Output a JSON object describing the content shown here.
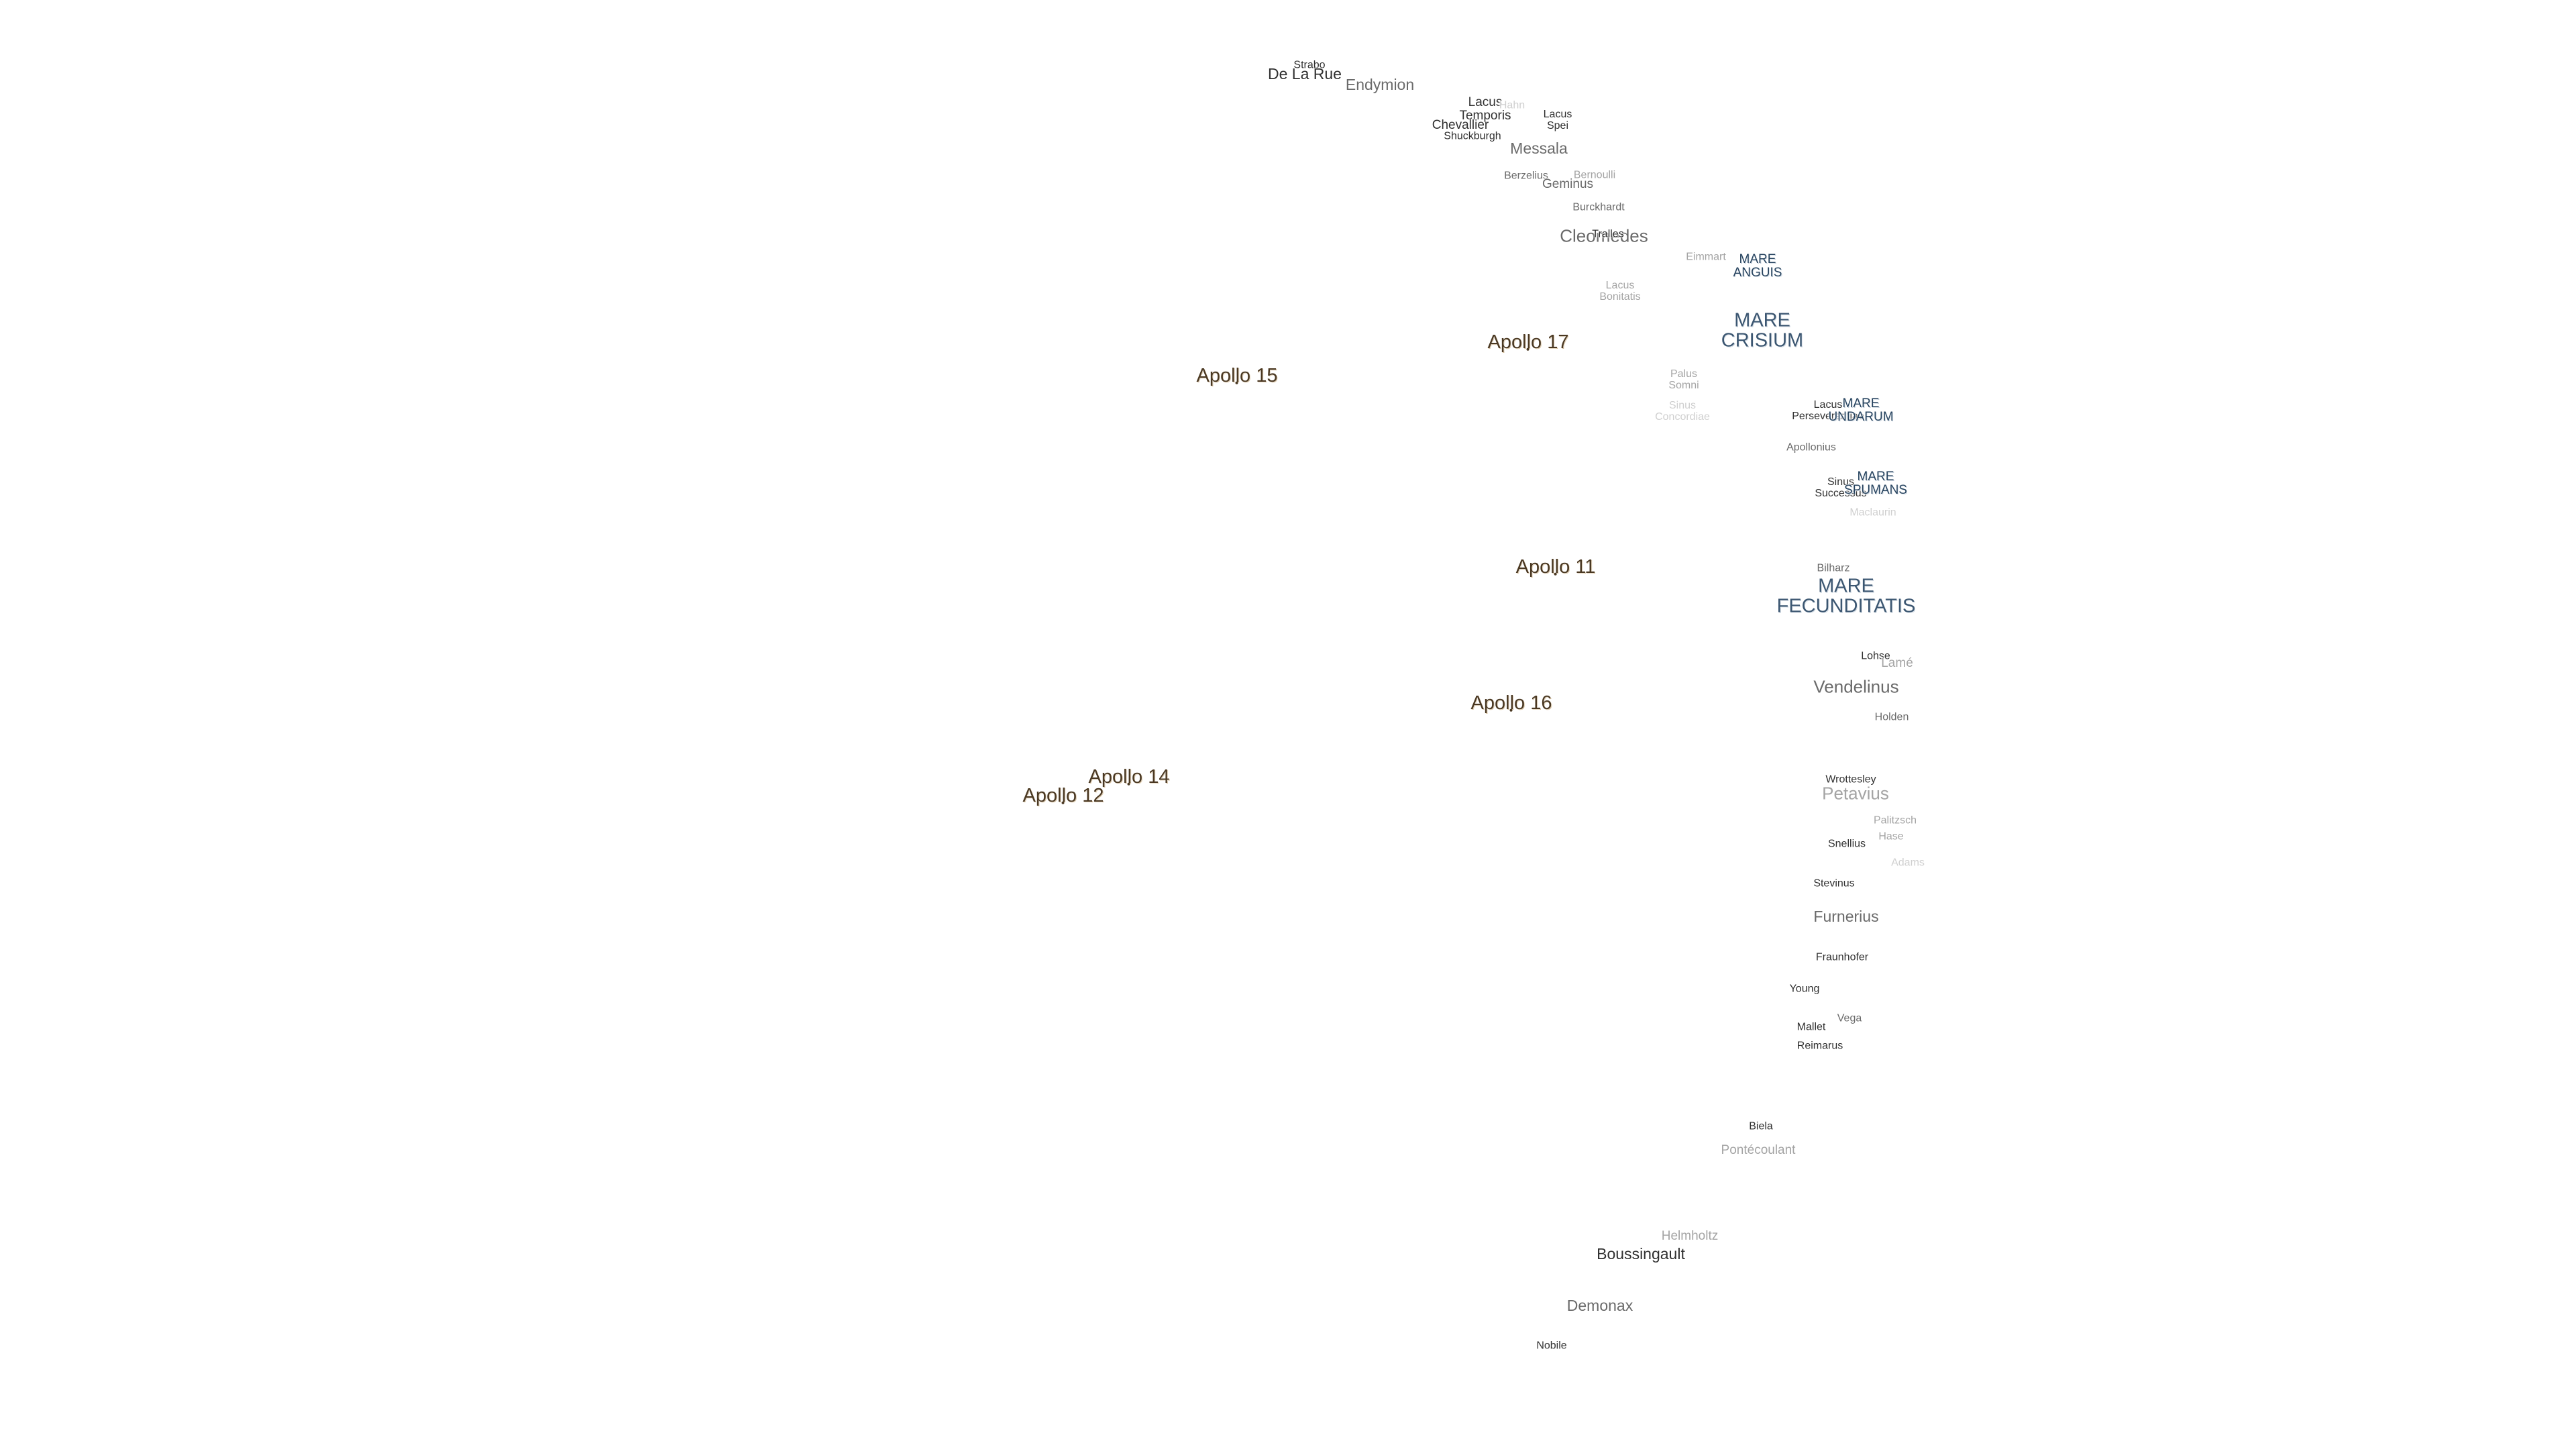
{
  "labels": [
    {
      "text": [
        "Strabo"
      ],
      "type": "crater",
      "size": "xs",
      "tone": "dark"
    },
    {
      "text": [
        "De La Rue"
      ],
      "type": "crater",
      "size": "m",
      "tone": "dark"
    },
    {
      "text": [
        "Endymion"
      ],
      "type": "crater",
      "size": "m",
      "tone": "mid"
    },
    {
      "text": [
        "Lacus",
        "Temporis"
      ],
      "type": "lake",
      "size": "s",
      "tone": "dark"
    },
    {
      "text": [
        "Lacus",
        "Spei"
      ],
      "type": "lake",
      "size": "xs",
      "tone": "dark"
    },
    {
      "text": [
        "Chevallier"
      ],
      "type": "crater",
      "size": "s",
      "tone": "dark"
    },
    {
      "text": [
        "Shuckburgh"
      ],
      "type": "crater",
      "size": "xs",
      "tone": "dark"
    },
    {
      "text": [
        "Hahn"
      ],
      "type": "crater",
      "size": "xs",
      "tone": "faint"
    },
    {
      "text": [
        "Messala"
      ],
      "type": "crater",
      "size": "m",
      "tone": "mid"
    },
    {
      "text": [
        "Berzelius"
      ],
      "type": "crater",
      "size": "xs",
      "tone": "mid"
    },
    {
      "text": [
        "Geminus"
      ],
      "type": "crater",
      "size": "s",
      "tone": "mid"
    },
    {
      "text": [
        "Bernoulli"
      ],
      "type": "crater",
      "size": "xs",
      "tone": "light"
    },
    {
      "text": [
        "Burckhardt"
      ],
      "type": "crater",
      "size": "xs",
      "tone": "mid"
    },
    {
      "text": [
        "Cleomedes"
      ],
      "type": "crater",
      "size": "l",
      "tone": "mid"
    },
    {
      "text": [
        "Tralles"
      ],
      "type": "crater",
      "size": "xs",
      "tone": "dark"
    },
    {
      "text": [
        "Eimmart"
      ],
      "type": "crater",
      "size": "xs",
      "tone": "light"
    },
    {
      "text": [
        "MARE",
        "ANGUIS"
      ],
      "type": "mare",
      "size": "s",
      "tone": "dark"
    },
    {
      "text": [
        "Lacus",
        "Bonitatis"
      ],
      "type": "lake",
      "size": "xs",
      "tone": "light"
    },
    {
      "text": [
        "MARE",
        "CRISIUM"
      ],
      "type": "mare",
      "size": "xl",
      "tone": "dark"
    },
    {
      "text": [
        "Apollo 17"
      ],
      "type": "apollo",
      "size": "xl",
      "tone": "dark"
    },
    {
      "text": [
        "Apollo 15"
      ],
      "type": "apollo",
      "size": "xl",
      "tone": "dark"
    },
    {
      "text": [
        "Palus",
        "Somni"
      ],
      "type": "lake",
      "size": "xs",
      "tone": "light"
    },
    {
      "text": [
        "Sinus",
        "Concordiae"
      ],
      "type": "lake",
      "size": "xs",
      "tone": "faint"
    },
    {
      "text": [
        "Lacus",
        "Perseverantiae"
      ],
      "type": "lake",
      "size": "xs",
      "tone": "dark"
    },
    {
      "text": [
        "MARE",
        "UNDARUM"
      ],
      "type": "mare",
      "size": "s",
      "tone": "dark"
    },
    {
      "text": [
        "Apollonius"
      ],
      "type": "crater",
      "size": "xs",
      "tone": "mid"
    },
    {
      "text": [
        "Sinus",
        "Successus"
      ],
      "type": "lake",
      "size": "xs",
      "tone": "dark"
    },
    {
      "text": [
        "MARE",
        "SPUMANS"
      ],
      "type": "mare",
      "size": "s",
      "tone": "dark"
    },
    {
      "text": [
        "Maclaurin"
      ],
      "type": "crater",
      "size": "xs",
      "tone": "faint"
    },
    {
      "text": [
        "Apollo 11"
      ],
      "type": "apollo",
      "size": "xl",
      "tone": "dark"
    },
    {
      "text": [
        "Bilharz"
      ],
      "type": "crater",
      "size": "xs",
      "tone": "mid"
    },
    {
      "text": [
        "MARE",
        "FECUNDITATIS"
      ],
      "type": "mare",
      "size": "xl",
      "tone": "dark"
    },
    {
      "text": [
        "Lohse"
      ],
      "type": "crater",
      "size": "xs",
      "tone": "dark"
    },
    {
      "text": [
        "Lamé"
      ],
      "type": "crater",
      "size": "s",
      "tone": "light"
    },
    {
      "text": [
        "Vendelinus"
      ],
      "type": "crater",
      "size": "l",
      "tone": "mid"
    },
    {
      "text": [
        "Holden"
      ],
      "type": "crater",
      "size": "xs",
      "tone": "mid"
    },
    {
      "text": [
        "Apollo 16"
      ],
      "type": "apollo",
      "size": "xl",
      "tone": "dark"
    },
    {
      "text": [
        "Apollo 14"
      ],
      "type": "apollo",
      "size": "xl",
      "tone": "dark"
    },
    {
      "text": [
        "Apollo 12"
      ],
      "type": "apollo",
      "size": "xl",
      "tone": "dark"
    },
    {
      "text": [
        "Wrottesley"
      ],
      "type": "crater",
      "size": "xs",
      "tone": "dark"
    },
    {
      "text": [
        "Petavius"
      ],
      "type": "crater",
      "size": "l",
      "tone": "light"
    },
    {
      "text": [
        "Palitzsch"
      ],
      "type": "crater",
      "size": "xs",
      "tone": "light"
    },
    {
      "text": [
        "Hase"
      ],
      "type": "crater",
      "size": "xs",
      "tone": "light"
    },
    {
      "text": [
        "Snellius"
      ],
      "type": "crater",
      "size": "xs",
      "tone": "dark"
    },
    {
      "text": [
        "Adams"
      ],
      "type": "crater",
      "size": "xs",
      "tone": "faint"
    },
    {
      "text": [
        "Stevinus"
      ],
      "type": "crater",
      "size": "xs",
      "tone": "dark"
    },
    {
      "text": [
        "Furnerius"
      ],
      "type": "crater",
      "size": "m",
      "tone": "mid"
    },
    {
      "text": [
        "Fraunhofer"
      ],
      "type": "crater",
      "size": "xs",
      "tone": "dark"
    },
    {
      "text": [
        "Young"
      ],
      "type": "crater",
      "size": "xs",
      "tone": "dark"
    },
    {
      "text": [
        "Vega"
      ],
      "type": "crater",
      "size": "xs",
      "tone": "mid"
    },
    {
      "text": [
        "Mallet"
      ],
      "type": "crater",
      "size": "xs",
      "tone": "dark"
    },
    {
      "text": [
        "Reimarus"
      ],
      "type": "crater",
      "size": "xs",
      "tone": "dark"
    },
    {
      "text": [
        "Biela"
      ],
      "type": "crater",
      "size": "xs",
      "tone": "dark"
    },
    {
      "text": [
        "Pontécoulant"
      ],
      "type": "crater",
      "size": "s",
      "tone": "light"
    },
    {
      "text": [
        "Helmholtz"
      ],
      "type": "crater",
      "size": "s",
      "tone": "light"
    },
    {
      "text": [
        "Boussingault"
      ],
      "type": "crater",
      "size": "m",
      "tone": "dark"
    },
    {
      "text": [
        "Demonax"
      ],
      "type": "crater",
      "size": "m",
      "tone": "mid"
    },
    {
      "text": [
        "Nobile"
      ],
      "type": "crater",
      "size": "xs",
      "tone": "dark"
    }
  ]
}
